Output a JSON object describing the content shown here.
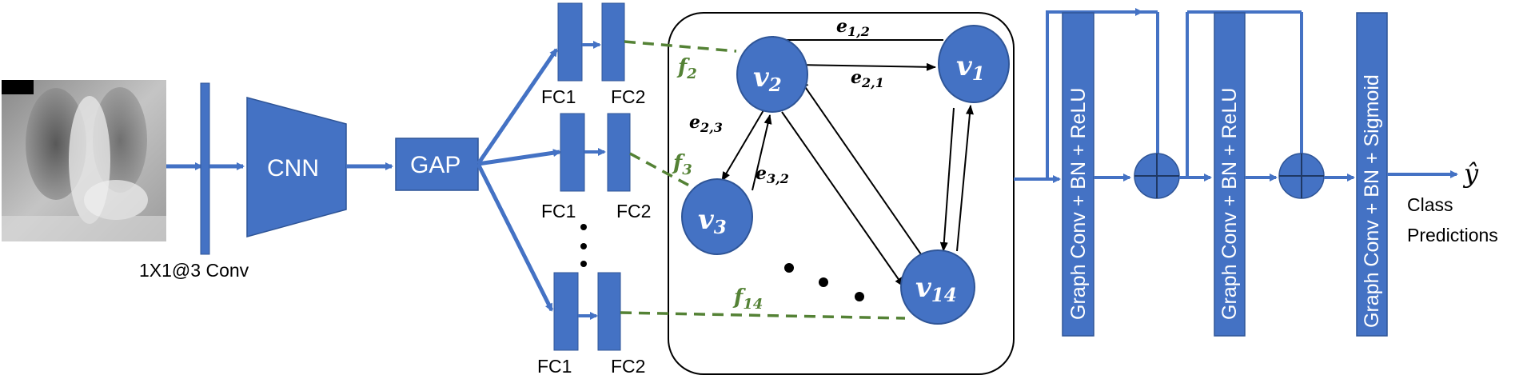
{
  "colors": {
    "blue_fill": "#4472C4",
    "blue_stroke": "#2F5597",
    "arrow_blue": "#4472C4",
    "green_dashed": "#548235",
    "black": "#000000"
  },
  "input": {
    "image_desc_icon": "chest-xray-image"
  },
  "conv_label": "1X1@3 Conv",
  "cnn_label": "CNN",
  "gap_label": "GAP",
  "branches": [
    {
      "fc1": "FC1",
      "fc2": "FC2",
      "f_base": "f",
      "f_sub": "2"
    },
    {
      "fc1": "FC1",
      "fc2": "FC2",
      "f_base": "f",
      "f_sub": "3"
    },
    {
      "fc1": "FC1",
      "fc2": "FC2",
      "f_base": "f",
      "f_sub": "14"
    }
  ],
  "graph": {
    "nodes": [
      {
        "base": "v",
        "sub": "2"
      },
      {
        "base": "v",
        "sub": "1"
      },
      {
        "base": "v",
        "sub": "3"
      },
      {
        "base": "v",
        "sub": "14"
      }
    ],
    "edges": [
      {
        "base": "e",
        "sub": "1,2"
      },
      {
        "base": "e",
        "sub": "2,1"
      },
      {
        "base": "e",
        "sub": "2,3"
      },
      {
        "base": "e",
        "sub": "3,2"
      }
    ]
  },
  "gcn_layers": [
    "Graph Conv + BN + ReLU",
    "Graph Conv + BN + ReLU",
    "Graph Conv + BN + Sigmoid"
  ],
  "output": {
    "symbol": "ŷ",
    "label_line1": "Class",
    "label_line2": "Predictions"
  }
}
